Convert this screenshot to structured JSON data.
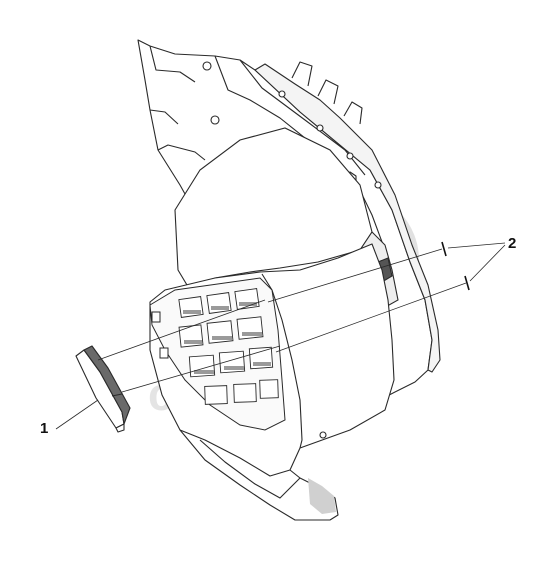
{
  "diagram": {
    "callouts": [
      {
        "id": "1",
        "label": "1"
      },
      {
        "id": "2",
        "label": "2"
      }
    ],
    "watermark": {
      "text": "parts",
      "color": "#d6d6d6"
    },
    "colors": {
      "line": "#2a2a2a",
      "fill": "#ffffff",
      "shade": "#9a9a9a",
      "dark": "#555555"
    }
  }
}
